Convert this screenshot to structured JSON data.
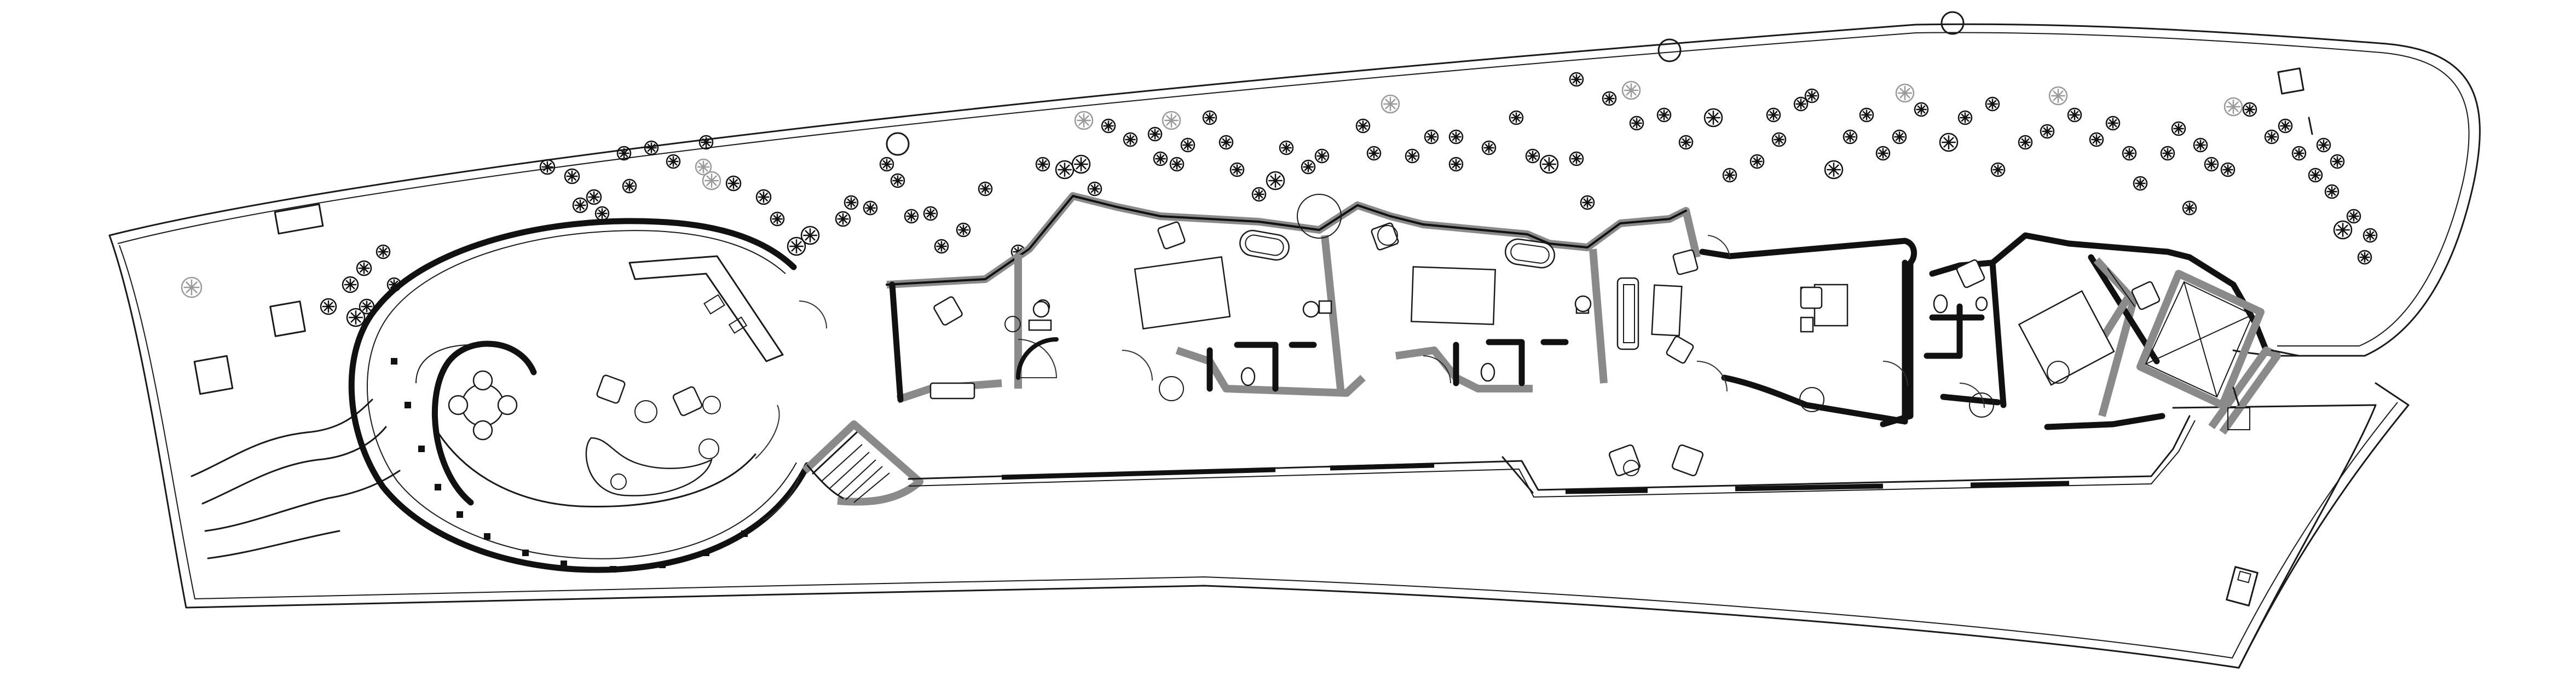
{
  "drawing": {
    "kind": "architectural floor plan",
    "colors": {
      "line": "#1a1a1a",
      "wall_fill": "#8a8a8a",
      "background": "#ffffff"
    },
    "counts": {
      "bedroom_suites": 4,
      "bathtubs": 2,
      "beds": 4,
      "round_dining_table_chairs": 4
    },
    "labels": []
  }
}
